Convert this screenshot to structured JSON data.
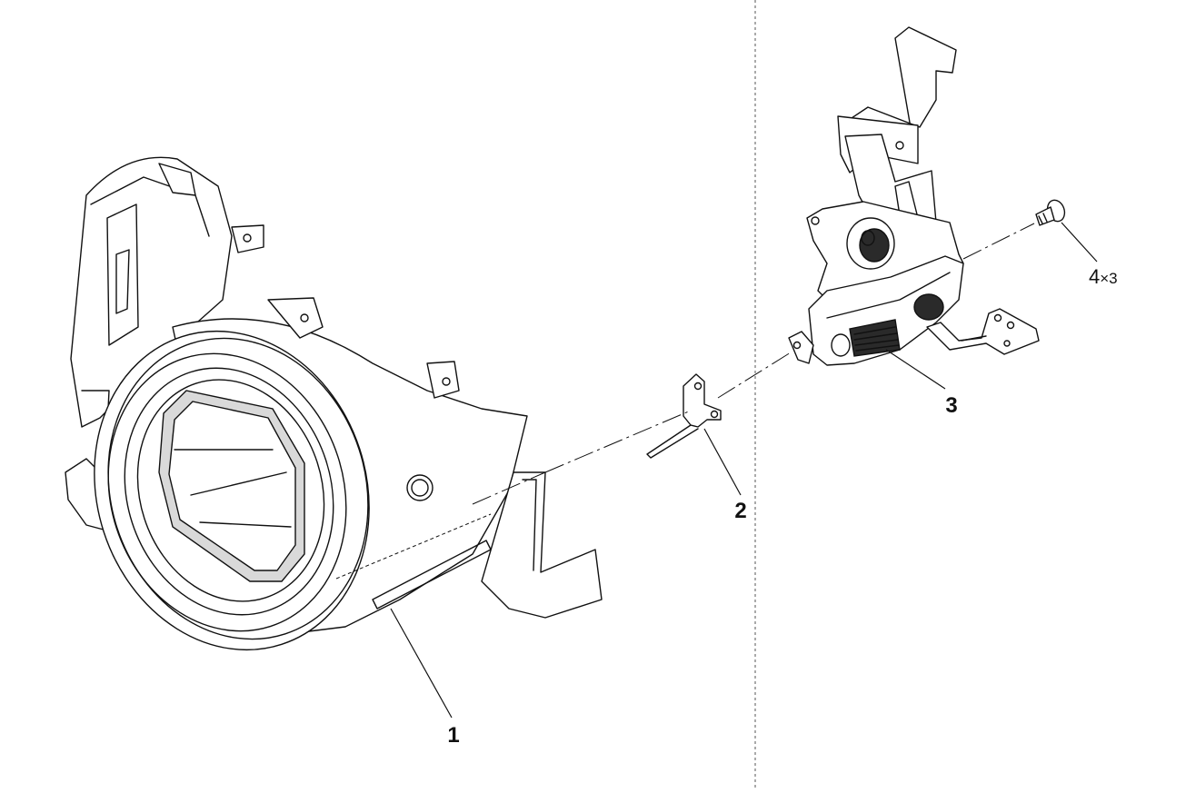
{
  "diagram": {
    "callouts": [
      {
        "id": "1",
        "label": "1"
      },
      {
        "id": "2",
        "label": "2"
      },
      {
        "id": "3",
        "label": "3"
      },
      {
        "id": "4",
        "label": "4",
        "qty": "×3"
      }
    ]
  }
}
